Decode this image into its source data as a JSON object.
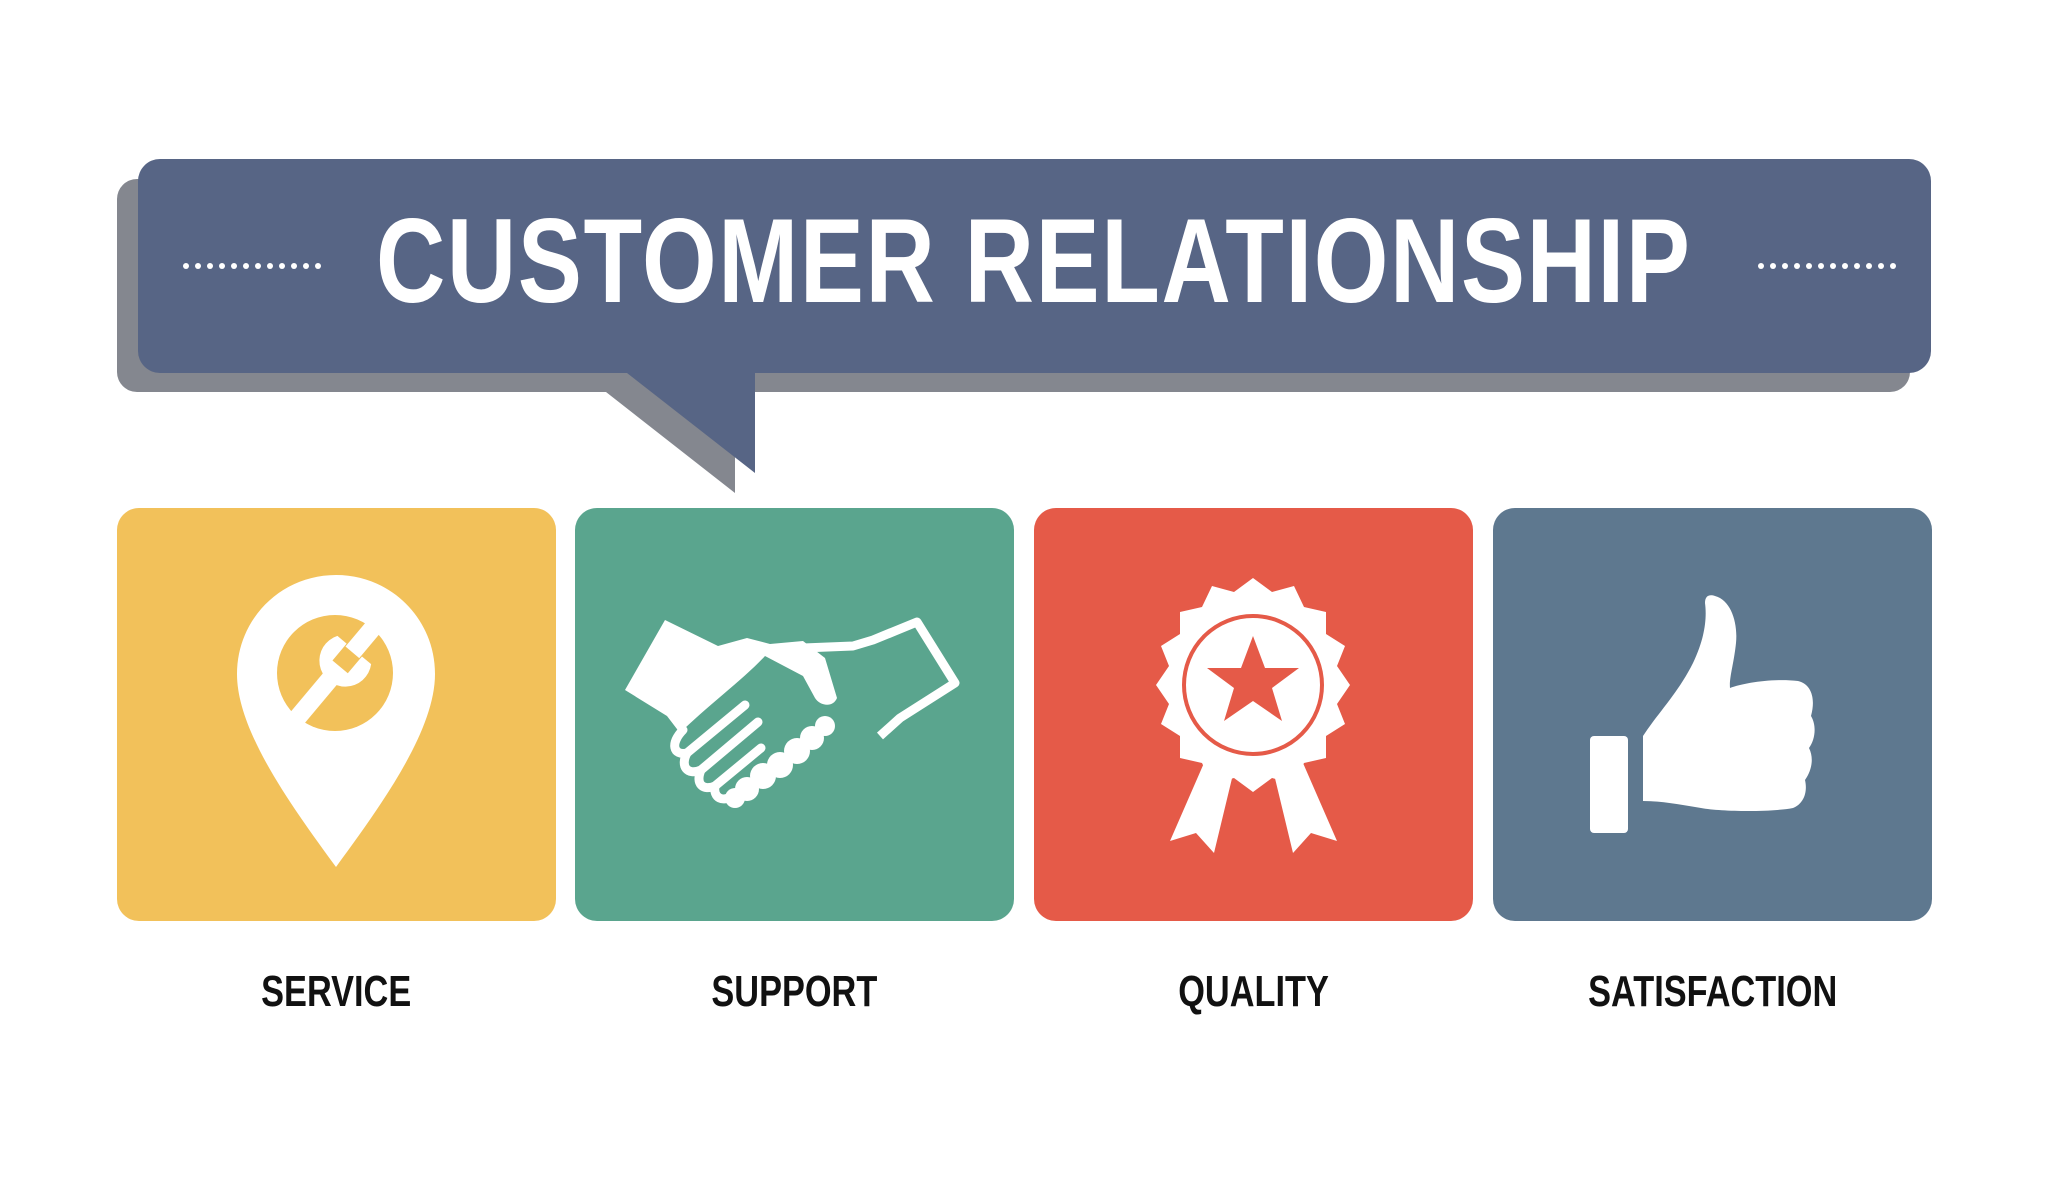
{
  "header": {
    "title": "CUSTOMER RELATIONSHIP",
    "bubble_color": "#576585",
    "shadow_color": "#84878F",
    "decorative_dots_per_side": 12
  },
  "cards": [
    {
      "label": "SERVICE",
      "icon": "location-pin-wrench-icon",
      "color": "#F2C15A"
    },
    {
      "label": "SUPPORT",
      "icon": "handshake-icon",
      "color": "#5AA58E"
    },
    {
      "label": "QUALITY",
      "icon": "award-ribbon-star-icon",
      "color": "#E55A48"
    },
    {
      "label": "SATISFACTION",
      "icon": "thumbs-up-icon",
      "color": "#5E788F"
    }
  ]
}
